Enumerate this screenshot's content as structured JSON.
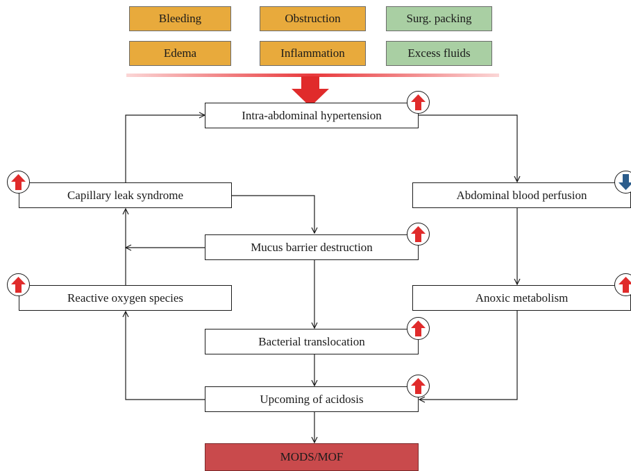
{
  "causes": {
    "bleeding": "Bleeding",
    "obstruction": "Obstruction",
    "surg_packing": "Surg. packing",
    "edema": "Edema",
    "inflammation": "Inflammation",
    "excess_fluids": "Excess fluids"
  },
  "nodes": {
    "iah": {
      "label": "Intra-abdominal hypertension",
      "trend": "increase"
    },
    "capillary_leak": {
      "label": "Capillary leak syndrome",
      "trend": "increase"
    },
    "abdominal_perfusion": {
      "label": "Abdominal blood perfusion",
      "trend": "decrease"
    },
    "mucus_barrier": {
      "label": "Mucus barrier destruction",
      "trend": "increase"
    },
    "ros": {
      "label": "Reactive oxygen species",
      "trend": "increase"
    },
    "anoxic_metabolism": {
      "label": "Anoxic metabolism",
      "trend": "increase"
    },
    "bacterial_translocation": {
      "label": "Bacterial translocation",
      "trend": "increase"
    },
    "acidosis": {
      "label": "Upcoming of acidosis",
      "trend": "increase"
    },
    "mods": {
      "label": "MODS/MOF"
    }
  },
  "colors": {
    "cause_orange": "#e8aa3c",
    "cause_green": "#a9cfa3",
    "outcome_red": "#c94a4c",
    "increase_arrow": "#e02b2b",
    "decrease_arrow": "#2c5d8c",
    "connector": "#1a1a1a"
  }
}
